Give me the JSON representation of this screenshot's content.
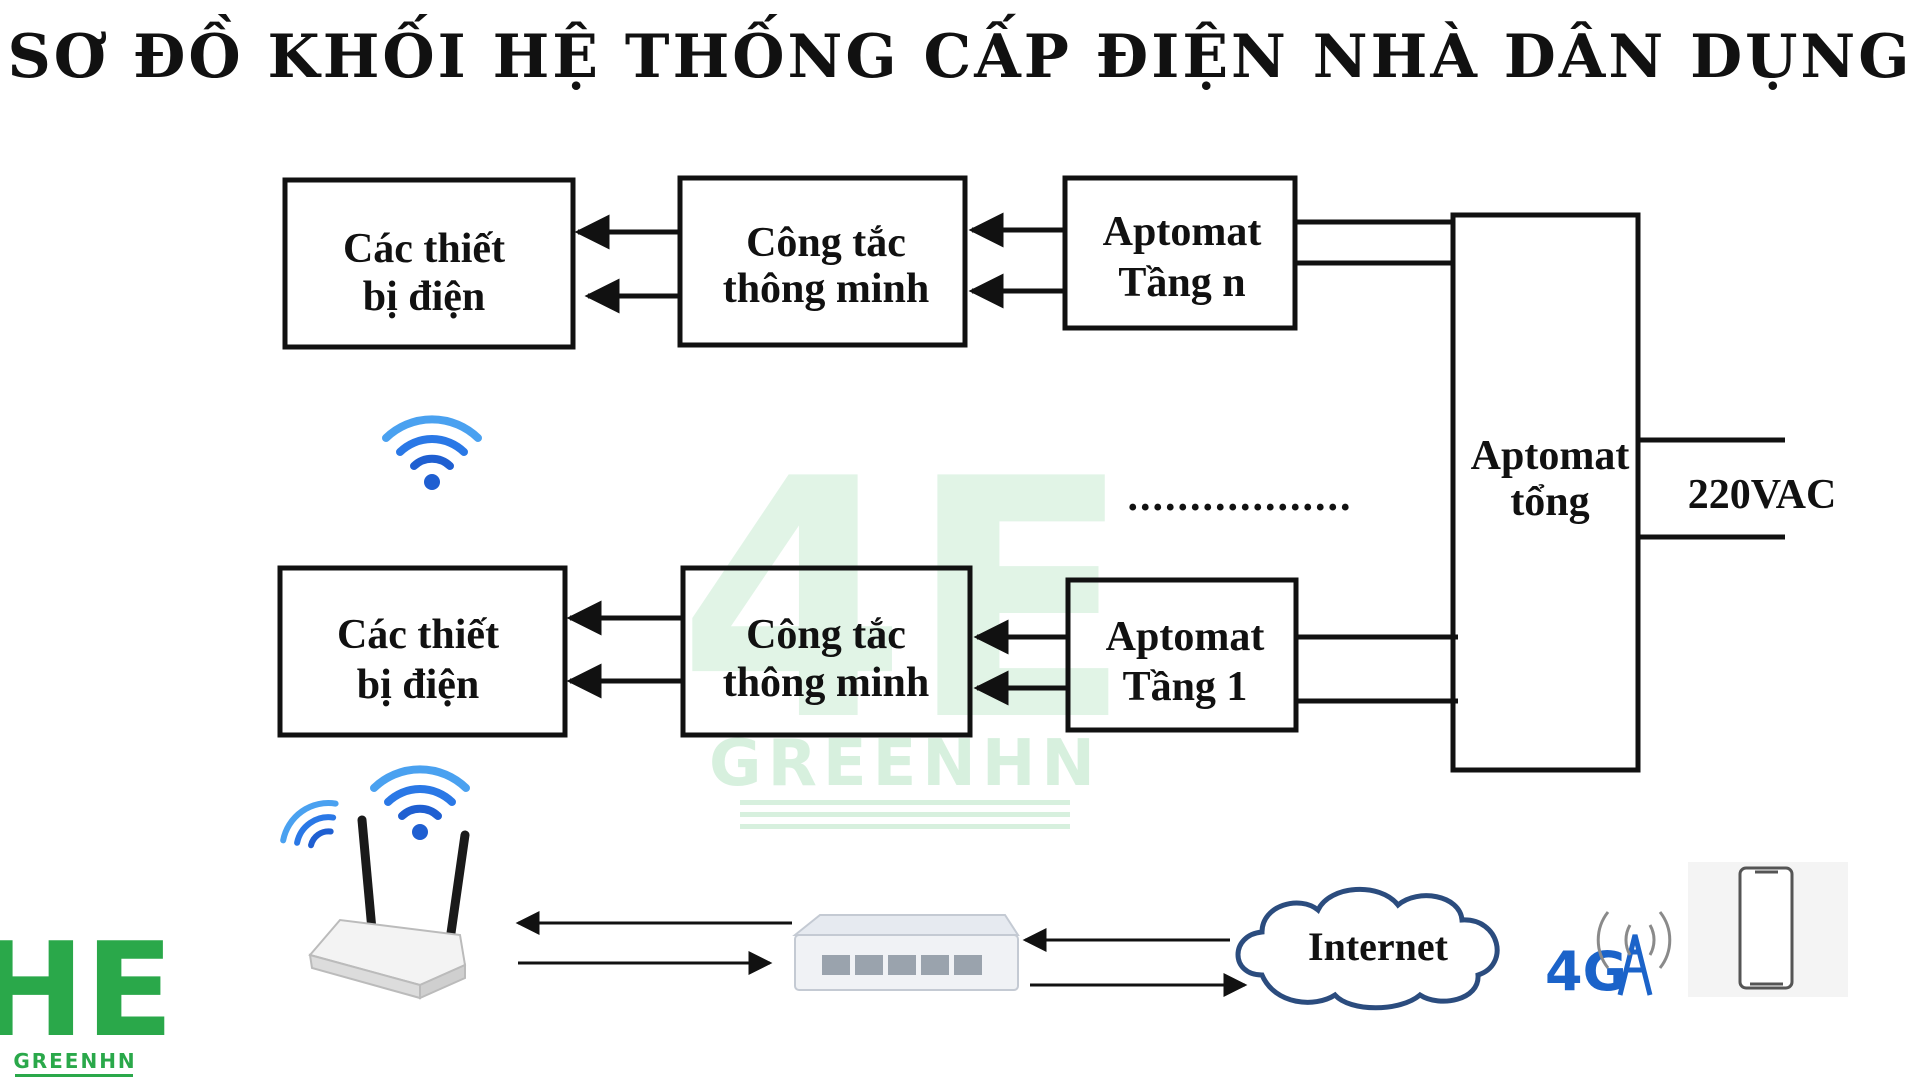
{
  "title": "SƠ ĐỒ KHỐI HỆ THỐNG CẤP ĐIỆN NHÀ DÂN DỤNG",
  "blocks": {
    "devices_top": {
      "line1": "Các thiết",
      "line2": "bị điện"
    },
    "switch_top": {
      "line1": "Công tắc",
      "line2": "thông minh"
    },
    "breaker_n": {
      "line1": "Aptomat",
      "line2": "Tầng n"
    },
    "main_breaker": {
      "line1": "Aptomat",
      "line2": "tổng"
    },
    "devices_bot": {
      "line1": "Các thiết",
      "line2": "bị điện"
    },
    "switch_bot": {
      "line1": "Công tắc",
      "line2": "thông minh"
    },
    "breaker_1": {
      "line1": "Aptomat",
      "line2": "Tầng 1"
    }
  },
  "supply_label": "220VAC",
  "ellipsis": "..................",
  "network": {
    "internet_label": "Internet",
    "mobile_label": "4G",
    "icons": [
      "wifi-icon",
      "router-icon",
      "network-switch-icon",
      "cloud-icon",
      "cell-tower-icon",
      "smartphone-icon"
    ]
  },
  "watermark": {
    "mark": "4E",
    "text": "GREENHN"
  },
  "logo": {
    "mark": "HE",
    "text": "GREENHN"
  },
  "colors": {
    "line": "#111111",
    "wifi": "#1f5fd1",
    "mobile": "#1b63c9",
    "brand_green": "#2aa84a",
    "watermark_green": "#c9ecd3"
  }
}
